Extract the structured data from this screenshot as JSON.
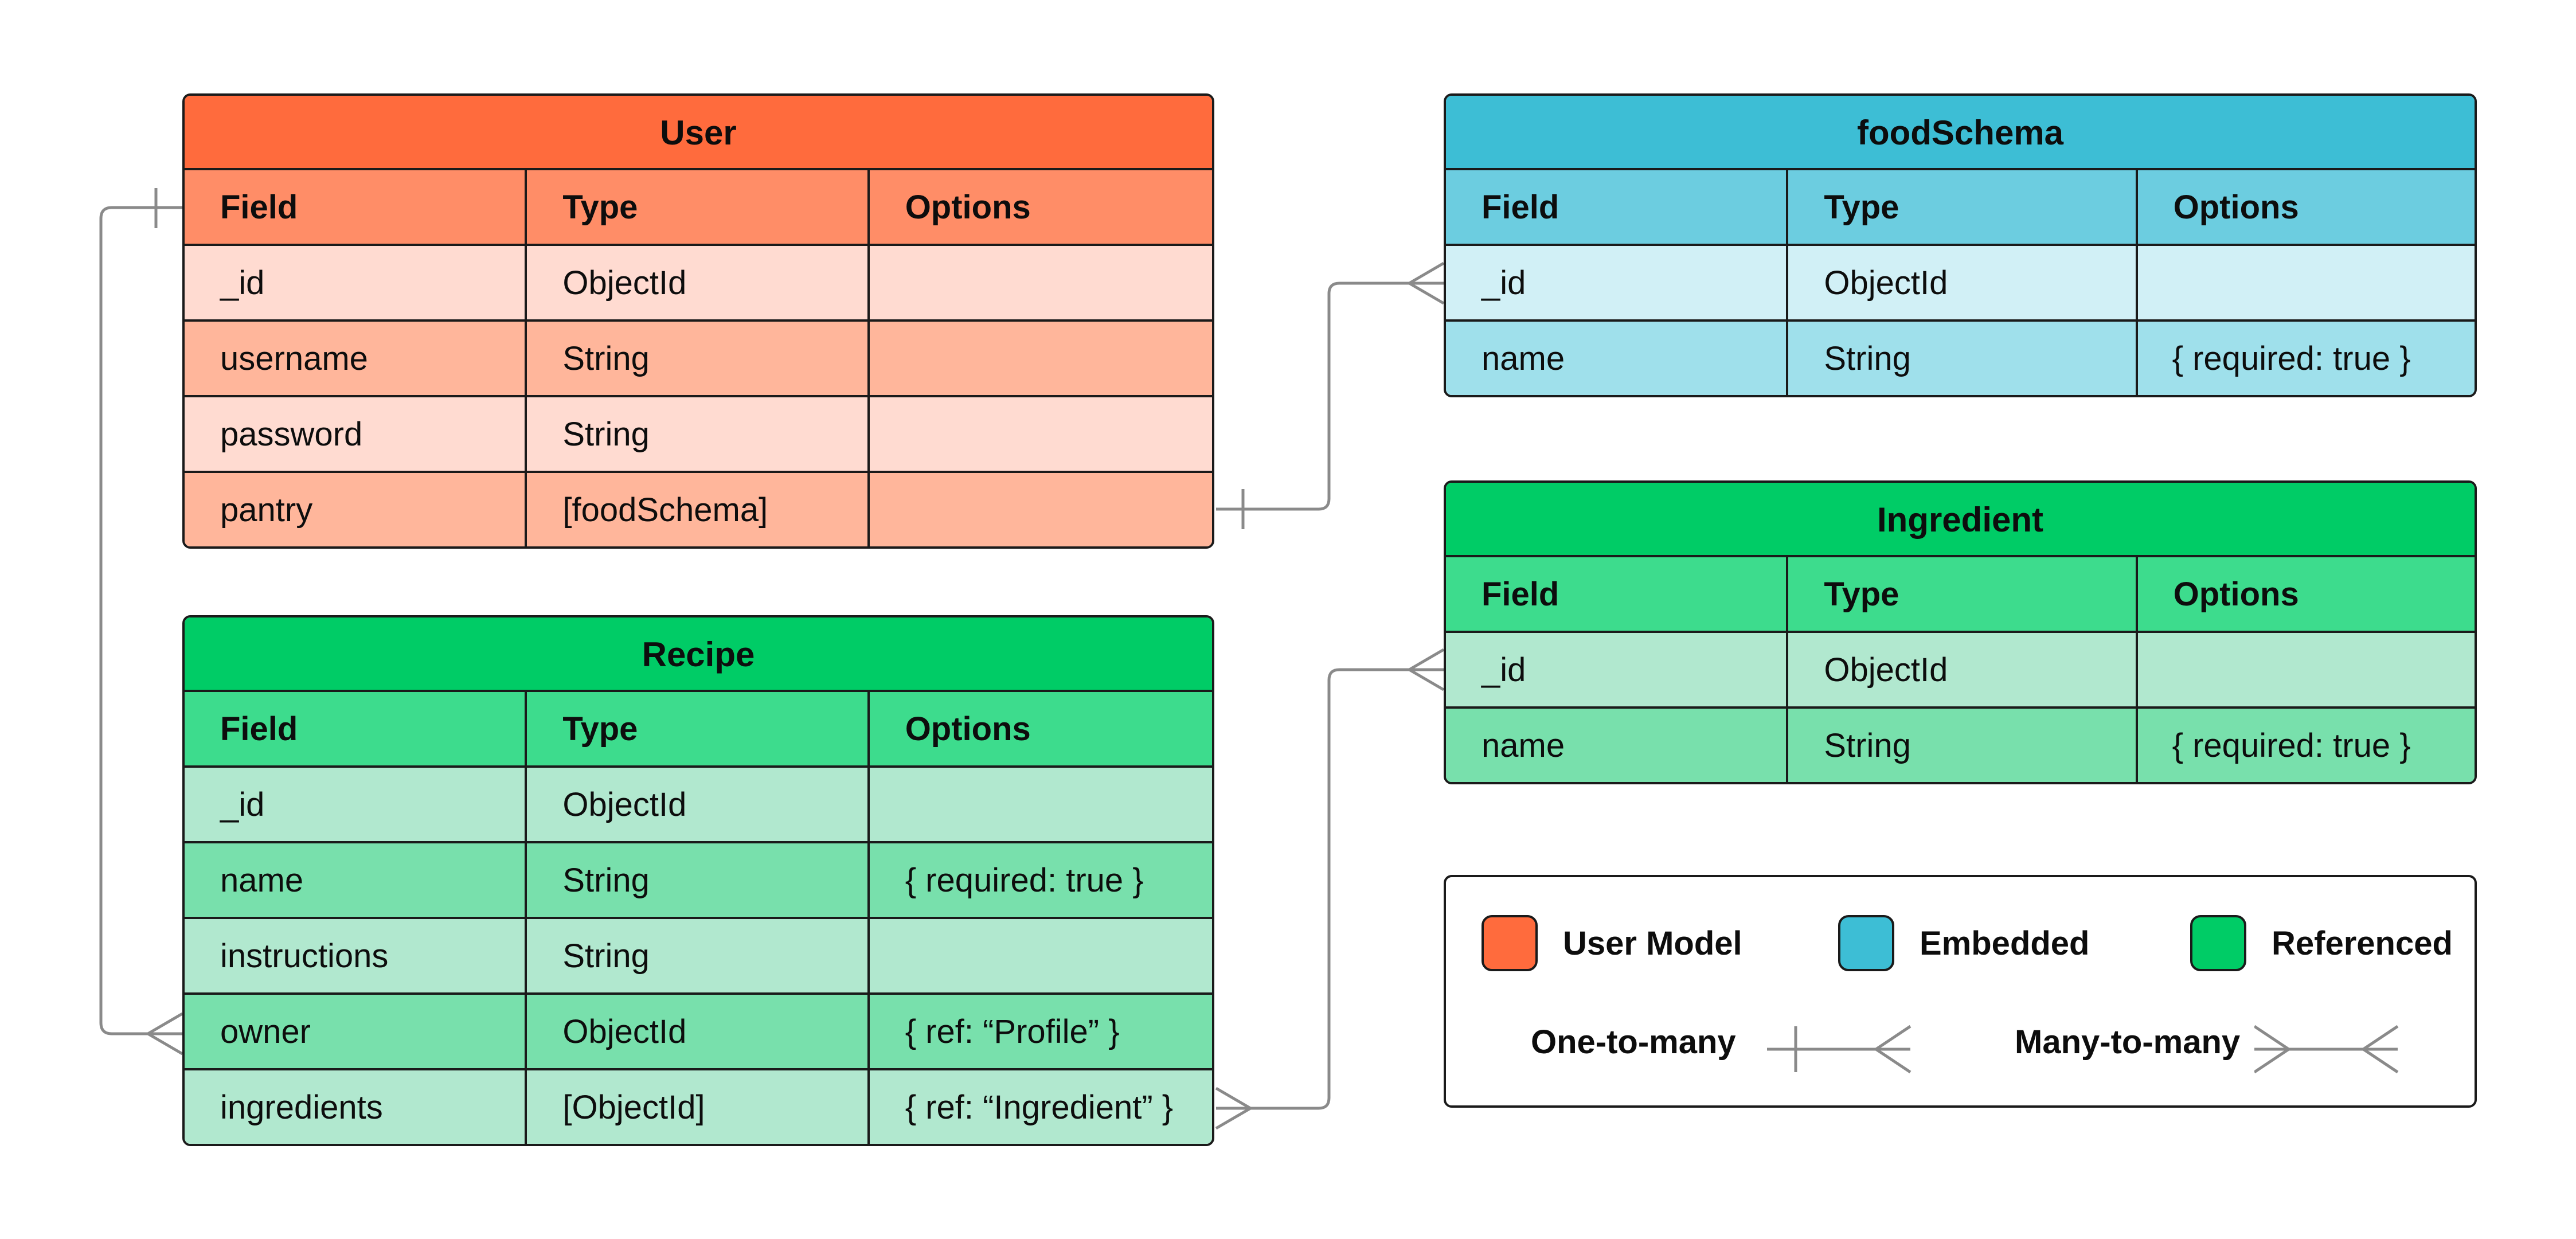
{
  "columns": [
    "Field",
    "Type",
    "Options"
  ],
  "entities": {
    "user": {
      "title": "User",
      "rows": [
        [
          "_id",
          "ObjectId",
          ""
        ],
        [
          "username",
          "String",
          ""
        ],
        [
          "password",
          "String",
          ""
        ],
        [
          "pantry",
          "[foodSchema]",
          ""
        ]
      ]
    },
    "recipe": {
      "title": "Recipe",
      "rows": [
        [
          "_id",
          "ObjectId",
          ""
        ],
        [
          "name",
          "String",
          "{ required: true }"
        ],
        [
          "instructions",
          "String",
          ""
        ],
        [
          "owner",
          "ObjectId",
          "{ ref: “Profile” }"
        ],
        [
          "ingredients",
          "[ObjectId]",
          "{ ref: “Ingredient” }"
        ]
      ]
    },
    "foodSchema": {
      "title": "foodSchema",
      "rows": [
        [
          "_id",
          "ObjectId",
          ""
        ],
        [
          "name",
          "String",
          "{ required: true }"
        ]
      ]
    },
    "ingredient": {
      "title": "Ingredient",
      "rows": [
        [
          "_id",
          "ObjectId",
          ""
        ],
        [
          "name",
          "String",
          "{ required: true }"
        ]
      ]
    }
  },
  "legend": {
    "user_model": "User Model",
    "embedded": "Embedded",
    "referenced": "Referenced",
    "one_to_many": "One-to-many",
    "many_to_many": "Many-to-many"
  },
  "colors": {
    "user_model": "#ff6b3d",
    "embedded": "#3dbed5",
    "referenced": "#00cc66",
    "connector": "#8a8a8a",
    "border": "#1a1a1a"
  },
  "relationships": [
    {
      "from": "user",
      "to": "recipe.owner",
      "kind": "one-to-many"
    },
    {
      "from": "user.pantry",
      "to": "foodSchema",
      "kind": "one-to-many"
    },
    {
      "from": "recipe.ingredients",
      "to": "ingredient",
      "kind": "many-to-many"
    }
  ]
}
